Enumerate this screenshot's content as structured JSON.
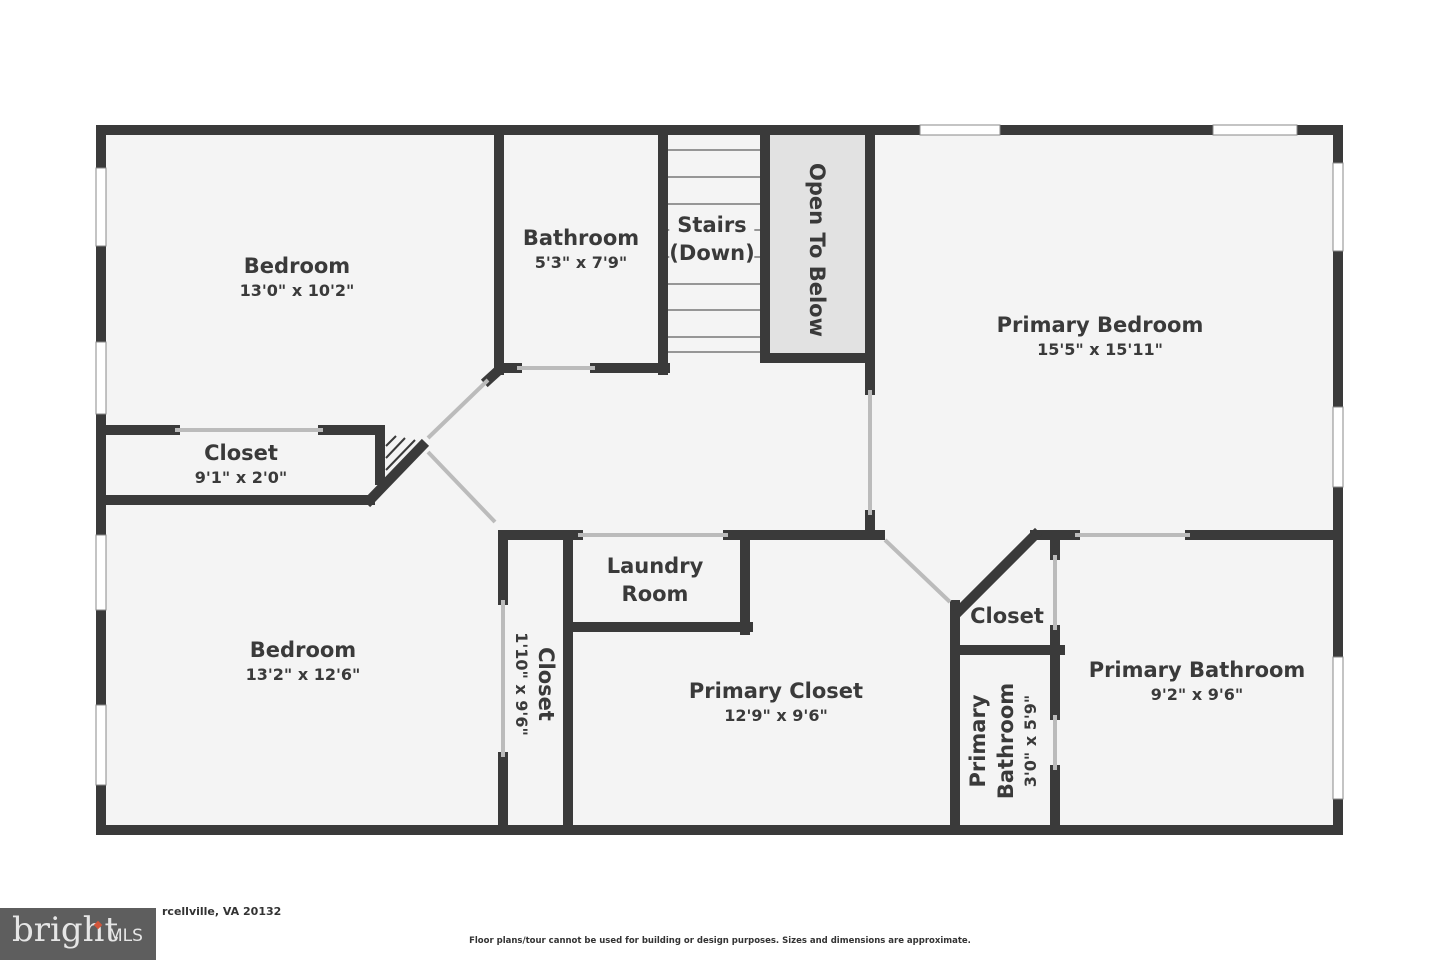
{
  "rooms": {
    "bedroom1": {
      "name": "Bedroom",
      "dims": "13'0\" x 10'2\""
    },
    "bathroom": {
      "name": "Bathroom",
      "dims": "5'3\" x 7'9\""
    },
    "stairs": {
      "line1": "Stairs",
      "line2": "(Down)"
    },
    "open_below": {
      "name": "Open To Below"
    },
    "primary_bedroom": {
      "name": "Primary Bedroom",
      "dims": "15'5\" x 15'11\""
    },
    "closet1": {
      "name": "Closet",
      "dims": "9'1\" x 2'0\""
    },
    "bedroom2": {
      "name": "Bedroom",
      "dims": "13'2\" x 12'6\""
    },
    "closet2": {
      "name": "Closet",
      "dims": "1'10\" x 9'6\""
    },
    "laundry": {
      "line1": "Laundry",
      "line2": "Room"
    },
    "primary_closet": {
      "name": "Primary Closet",
      "dims": "12'9\" x 9'6\""
    },
    "closet3": {
      "name": "Closet"
    },
    "primary_bath_small": {
      "line1": "Primary",
      "line2": "Bathroom",
      "dims": "3'0\" x 5'9\""
    },
    "primary_bathroom": {
      "name": "Primary Bathroom",
      "dims": "9'2\" x 9'6\""
    }
  },
  "footer": {
    "address": "rcellville, VA 20132",
    "logo_text": "bright",
    "logo_suffix": "MLS",
    "disclaimer": "Floor plans/tour cannot be used for building or design purposes. Sizes and dimensions are approximate."
  },
  "colors": {
    "wall": "#3a3a3a",
    "floor": "#f4f4f4",
    "open": "#e2e2e2",
    "logo_bg": "#5e5e5e"
  }
}
